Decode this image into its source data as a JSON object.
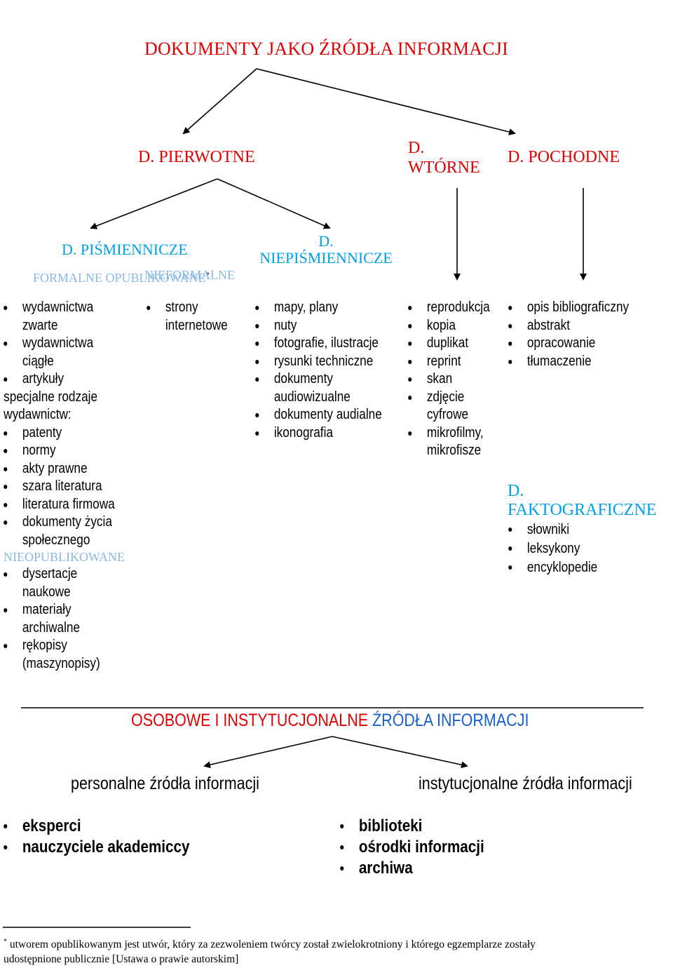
{
  "title": "DOKUMENTY JAKO ŹRÓDŁA INFORMACJI",
  "levels": {
    "primary": "D. PIERWOTNE",
    "secondary": [
      "D.",
      "WTÓRNE"
    ],
    "derived": "D. POCHODNE"
  },
  "primary": {
    "written": "D. PIŚMIENNICZE",
    "nonwritten": [
      "D.",
      "NIEPIŚMIENNICZE"
    ],
    "formal_published": "FORMALNE OPUBLIKOWANE",
    "asterisk": "*",
    "informal": "NIEFORMALNE",
    "unpublished": "NIEOPUBLIKOWANE"
  },
  "formal_items": {
    "i1": [
      "wydawnictwa",
      "zwarte"
    ],
    "i2": [
      "wydawnictwa",
      "ciągłe"
    ],
    "i3": "artykuły",
    "intro": [
      "specjalne rodzaje",
      "wydawnictw:"
    ],
    "i4": "patenty",
    "i5": "normy",
    "i6": "akty prawne",
    "i7": "szara literatura",
    "i8": "literatura firmowa",
    "i9": [
      "dokumenty życia",
      "społecznego"
    ]
  },
  "unpublished_items": [
    [
      "dysertacje",
      "naukowe"
    ],
    [
      "materiały",
      "archiwalne"
    ],
    [
      "rękopisy",
      "(maszynopisy)"
    ]
  ],
  "informal_items": [
    [
      "strony",
      "internetowe"
    ]
  ],
  "nonwritten_items": [
    "mapy, plany",
    "nuty",
    "fotografie, ilustracje",
    "rysunki techniczne",
    [
      "dokumenty",
      "audiowizualne"
    ],
    "dokumenty audialne",
    "ikonografia"
  ],
  "secondary_items": [
    "reprodukcja",
    "kopia",
    "duplikat",
    "reprint",
    "skan",
    [
      "zdjęcie",
      "cyfrowe"
    ],
    [
      "mikrofilmy,",
      "mikrofisze"
    ]
  ],
  "derived_items": [
    "opis bibliograficzny",
    "abstrakt",
    "opracowanie",
    "tłumaczenie"
  ],
  "factographic": {
    "title": [
      "D.",
      "FAKTOGRAFICZNE"
    ],
    "items": [
      "słowniki",
      "leksykony",
      "encyklopedie"
    ]
  },
  "people": {
    "title_red": "OSOBOWE I INSTYTUCJONALNE ",
    "title_blue": "ŹRÓDŁA INFORMACJI",
    "personal": "personalne źródła informacji",
    "institutional": "instytucjonalne źródła informacji",
    "personal_items": [
      "eksperci",
      "nauczyciele akademiccy"
    ],
    "institutional_items": [
      "biblioteki",
      "ośrodki informacji",
      "archiwa"
    ]
  },
  "footnote": {
    "mark": "*",
    "line1": " utworem opublikowanym jest utwór, który za zezwoleniem twórcy został zwielokrotniony i którego egzemplarze zostały",
    "line2": "udostępnione publicznie [Ustawa o prawie autorskim]"
  },
  "colors": {
    "red": "#e00000",
    "blue": "#00a0e8",
    "lightblue": "#8ab8e6"
  }
}
